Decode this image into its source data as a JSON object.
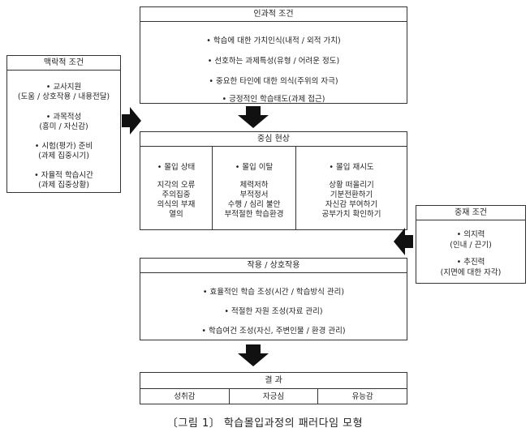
{
  "top": {
    "title": "인과적 조건",
    "items": [
      "• 학습에 대한 가치인식(내적 / 외적 가치)",
      "• 선호하는 과제특성(유형 / 어려운 정도)",
      "• 중요한 타인에 대한 의식(주위의 자극)",
      "• 긍정적인 학습태도(과제 접근)"
    ]
  },
  "left": {
    "title": "맥락적 조건",
    "items": [
      {
        "a": "• 교사지원",
        "b": "(도움 / 상호작용 / 내용전달)"
      },
      {
        "a": "• 과목적성",
        "b": "(흥미 / 자신감)"
      },
      {
        "a": "• 시험(평가) 준비",
        "b": "(과제 집중시기)"
      },
      {
        "a": "• 자율적 학습시간",
        "b": "(과제 집중상황)"
      }
    ]
  },
  "center": {
    "title": "중심 현상",
    "cols": [
      {
        "head": "• 몰입 상태",
        "lines": [
          "지각의 오류",
          "주의집중",
          "의식의 부재",
          "열의"
        ]
      },
      {
        "head": "• 몰입 이탈",
        "lines": [
          "체력저하",
          "부적정서",
          "수행 / 심리 불안",
          "부적절한 학습환경"
        ]
      },
      {
        "head": "• 몰입 재시도",
        "lines": [
          "상황 떠올리기",
          "기분전환하기",
          "자신감 부여하기",
          "공부가치 확인하기"
        ]
      }
    ]
  },
  "right": {
    "title": "중재 조건",
    "items": [
      {
        "a": "• 의지력",
        "b": "(인내 / 끈기)"
      },
      {
        "a": "• 추진력",
        "b": "(지면에 대한 자각)"
      }
    ]
  },
  "action": {
    "title": "작용 / 상호작용",
    "items": [
      "• 효율적인 학습 조성(시간 / 학습방식 관리)",
      "• 적절한 자원 조성(자료 관리)",
      "• 학습여건 조성(자신, 주변인물 / 환경 관리)"
    ]
  },
  "result": {
    "title": "결 과",
    "items": [
      "성취감",
      "자긍심",
      "유능감"
    ]
  },
  "caption": "〔그림 1〕 학습몰입과정의 패러다임 모형"
}
